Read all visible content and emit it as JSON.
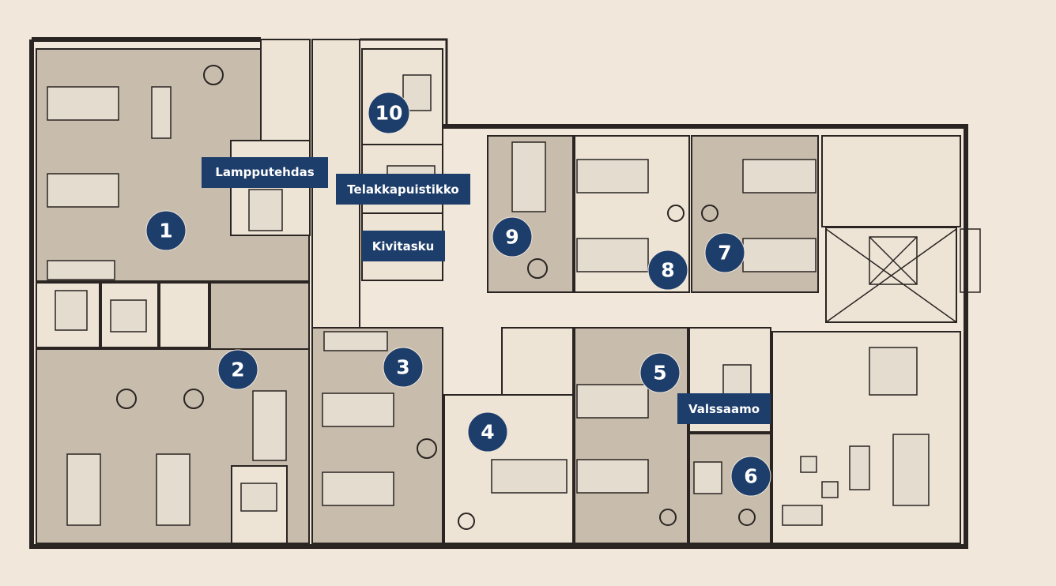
{
  "floorplan": {
    "rooms": [
      {
        "number": "1"
      },
      {
        "number": "2"
      },
      {
        "number": "3"
      },
      {
        "number": "4"
      },
      {
        "number": "5"
      },
      {
        "number": "6"
      },
      {
        "number": "7"
      },
      {
        "number": "8"
      },
      {
        "number": "9"
      },
      {
        "number": "10"
      }
    ],
    "meeting_rooms": [
      {
        "name": "Lampputehdas"
      },
      {
        "name": "Telakkapuistikko"
      },
      {
        "name": "Kivitasku"
      },
      {
        "name": "Valssaamo"
      }
    ],
    "colors": {
      "background": "#f1e7da",
      "office_area": "#c8bdad",
      "open_area": "#ede4d6",
      "marker": "#1d3d6b"
    }
  }
}
